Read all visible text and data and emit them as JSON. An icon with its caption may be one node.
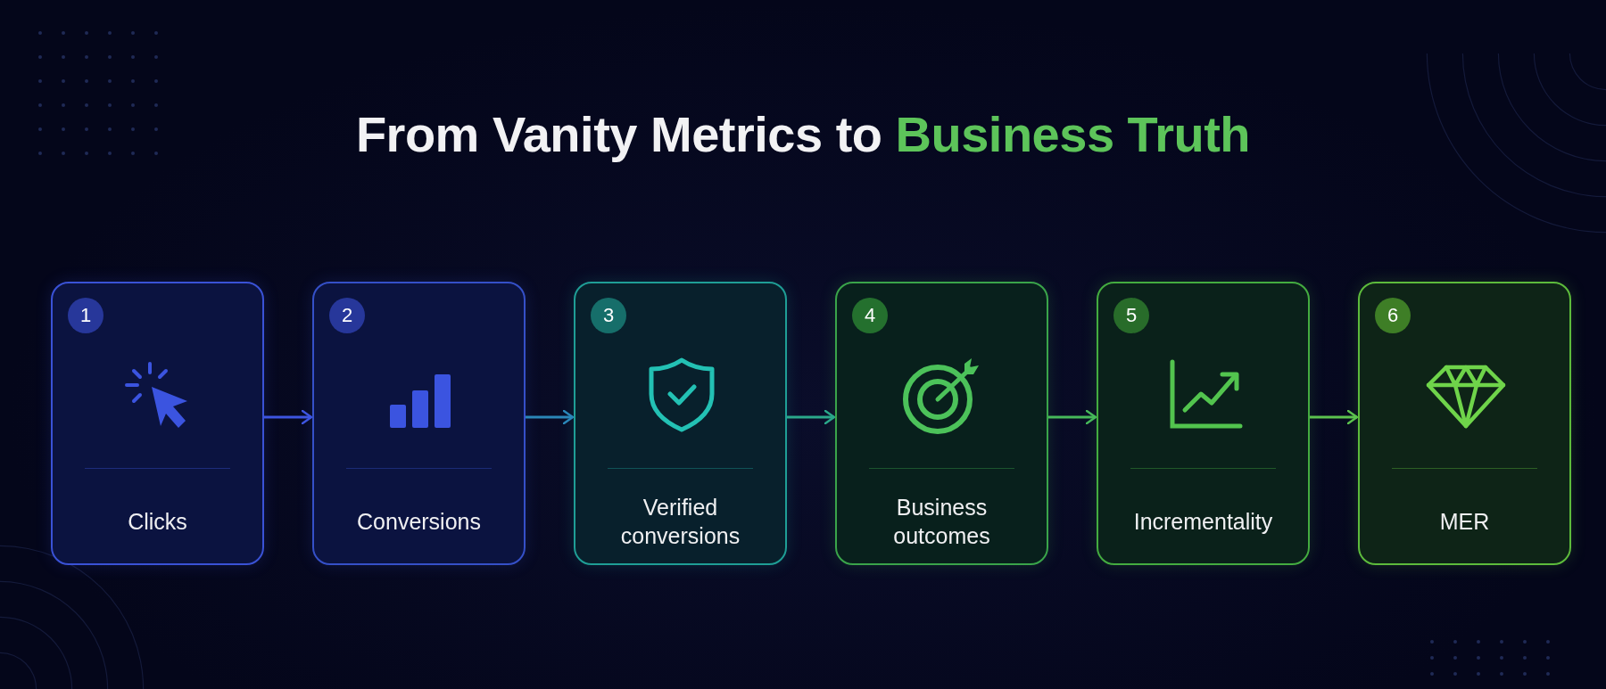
{
  "diagram": {
    "title": "From Vanity Metrics to **Business Truth**",
    "nodes": [
      {
        "text": [
          "1",
          "Clicks"
        ]
      },
      {
        "text": [
          "2",
          "Conversions"
        ]
      },
      {
        "text": [
          "3",
          "Verified conversions"
        ]
      },
      {
        "text": [
          "4",
          "Business outcomes"
        ]
      },
      {
        "text": [
          "5",
          "Incrementality"
        ]
      },
      {
        "text": [
          "6",
          "MER"
        ]
      }
    ],
    "edges": [
      {
        "from": 0,
        "to": 1,
        "arrow": "to",
        "color": "#3d55e0"
      },
      {
        "from": 1,
        "to": 2,
        "arrow": "to",
        "color": "#2a86b8"
      },
      {
        "from": 2,
        "to": 3,
        "arrow": "to",
        "color": "#2aa88a"
      },
      {
        "from": 3,
        "to": 4,
        "arrow": "to",
        "color": "#46b85a"
      },
      {
        "from": 4,
        "to": 5,
        "arrow": "to",
        "color": "#5cc24e"
      }
    ]
  }
}
